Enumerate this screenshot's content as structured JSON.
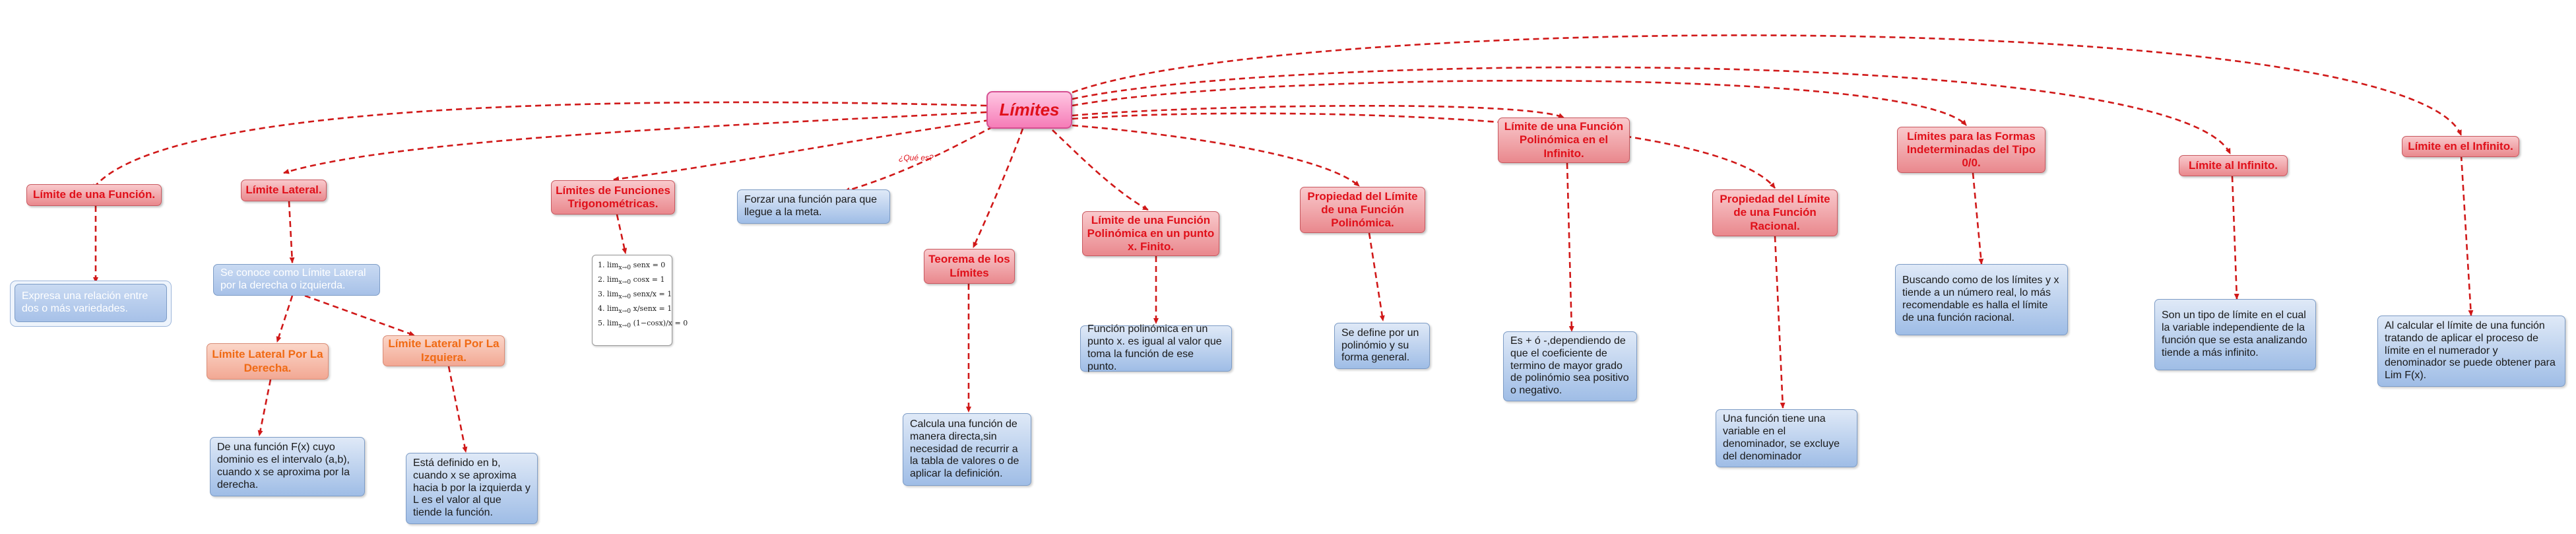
{
  "colors": {
    "link": "#d01818",
    "main_fill": "#f57cb7",
    "concept_fill": "#e9888d",
    "sub_fill": "#f2a894",
    "note_fill": "#9fbde6"
  },
  "main": {
    "label": "Límites"
  },
  "edge_label": "¿Qué es?",
  "concepts": {
    "limite_funcion": "Límite de una Función.",
    "limite_lateral": "Límite Lateral.",
    "lim_trig": "Límites de Funciones Trigonométricas.",
    "teorema": "Teorema de los Límites",
    "lim_polinomica": "Límite de una Función Polinómica en un punto x. Finito.",
    "prop_polinomica": "Propiedad del Límite de una Función Polinómica.",
    "lim_infinito_pol": "Límite de una Función Polinómica en el Infinito.",
    "prop_racional": "Propiedad del Límite de una Función Racional.",
    "indeterminadas": "Límites para las Formas Indeterminadas del Tipo 0/0.",
    "limite_al_infinito": "Límite al Infinito.",
    "limite_en_infinito": "Límite en el Infinito.",
    "lateral_derecha": "Límite Lateral Por La Derecha.",
    "lateral_izquierda": "Límite Lateral Por La Izquiera."
  },
  "notes": {
    "limite_funcion": "Expresa una relación entre dos o más variedades.",
    "limite_lateral": "Se conoce como Límite Lateral por la derecha o izquierda.",
    "que_es": "Forzar una función para que llegue a la meta.",
    "teorema": "Calcula una función de manera directa,sin necesidad de recurrir a la tabla de valores o de aplicar la definición.",
    "lim_polinomica": "Función polinómica en un punto x. es igual al valor que toma la función de ese punto.",
    "prop_polinomica": "Se define por un polinómio y su forma general.",
    "lim_infinito_pol": "Es + ó -,dependiendo de que el coeficiente de termino de mayor grado de polinómio sea positivo o negativo.",
    "prop_racional": "Una función tiene una variable en el denominador, se excluye del denominador",
    "indeterminadas": "Buscando como de los límites y x tiende a un número real, lo más recomendable es halla el límite de una función racional.",
    "limite_al_infinito": "Son un tipo de límite en el cual la variable independiente de la función que se esta analizando tiende a más infinito.",
    "limite_en_infinito": "Al calcular el límite de una función tratando de aplicar el proceso de límite en el numerador y denominador se puede obtener para Lim F(x).",
    "lateral_derecha": "De una función F(x) cuyo dominio es el intervalo (a,b), cuando x se aproxima por la derecha.",
    "lateral_izquierda": "Está definido en b, cuando x se aproxima hacia b por la izquierda y L es el valor al que tiende la función."
  },
  "trig_formulas": [
    {
      "num": "1.",
      "lim": "lim",
      "sub": "x→0",
      "expr": "senx = 0"
    },
    {
      "num": "2.",
      "lim": "lim",
      "sub": "x→0",
      "expr": "cosx = 1"
    },
    {
      "num": "3.",
      "lim": "lim",
      "sub": "x→0",
      "expr": "senx/x = 1"
    },
    {
      "num": "4.",
      "lim": "lim",
      "sub": "x→0",
      "expr": "x/senx = 1"
    },
    {
      "num": "5.",
      "lim": "lim",
      "sub": "x→0",
      "expr": "(1−cosx)/x = 0"
    }
  ]
}
